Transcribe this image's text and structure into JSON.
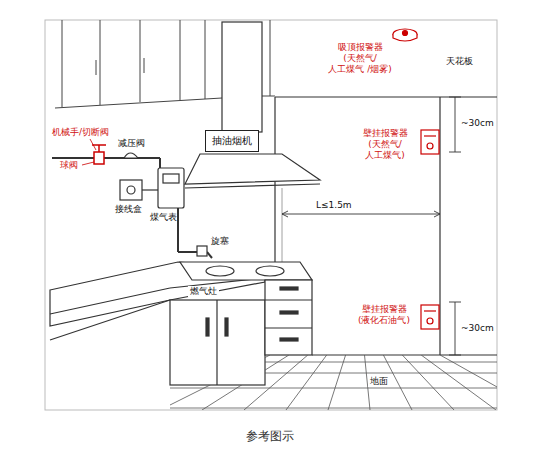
{
  "diagram": {
    "caption": "参考图示",
    "nodes": [
      {
        "text": [
          "抽油烟机"
        ]
      }
    ],
    "labels": [
      "吸顶报警器 (天然气/ 人工煤气 /烟雾)",
      "天花板",
      "~30cm",
      "机械手/切断阀",
      "减压阀",
      "壁挂报警器 (天然气/ 人工煤气)",
      "球阀",
      "接线盒",
      "煤气表",
      "L≤1.5m",
      "旋塞",
      "燃气灶",
      "壁挂报警器 (液化石油气)",
      "~30cm",
      "地面"
    ]
  }
}
